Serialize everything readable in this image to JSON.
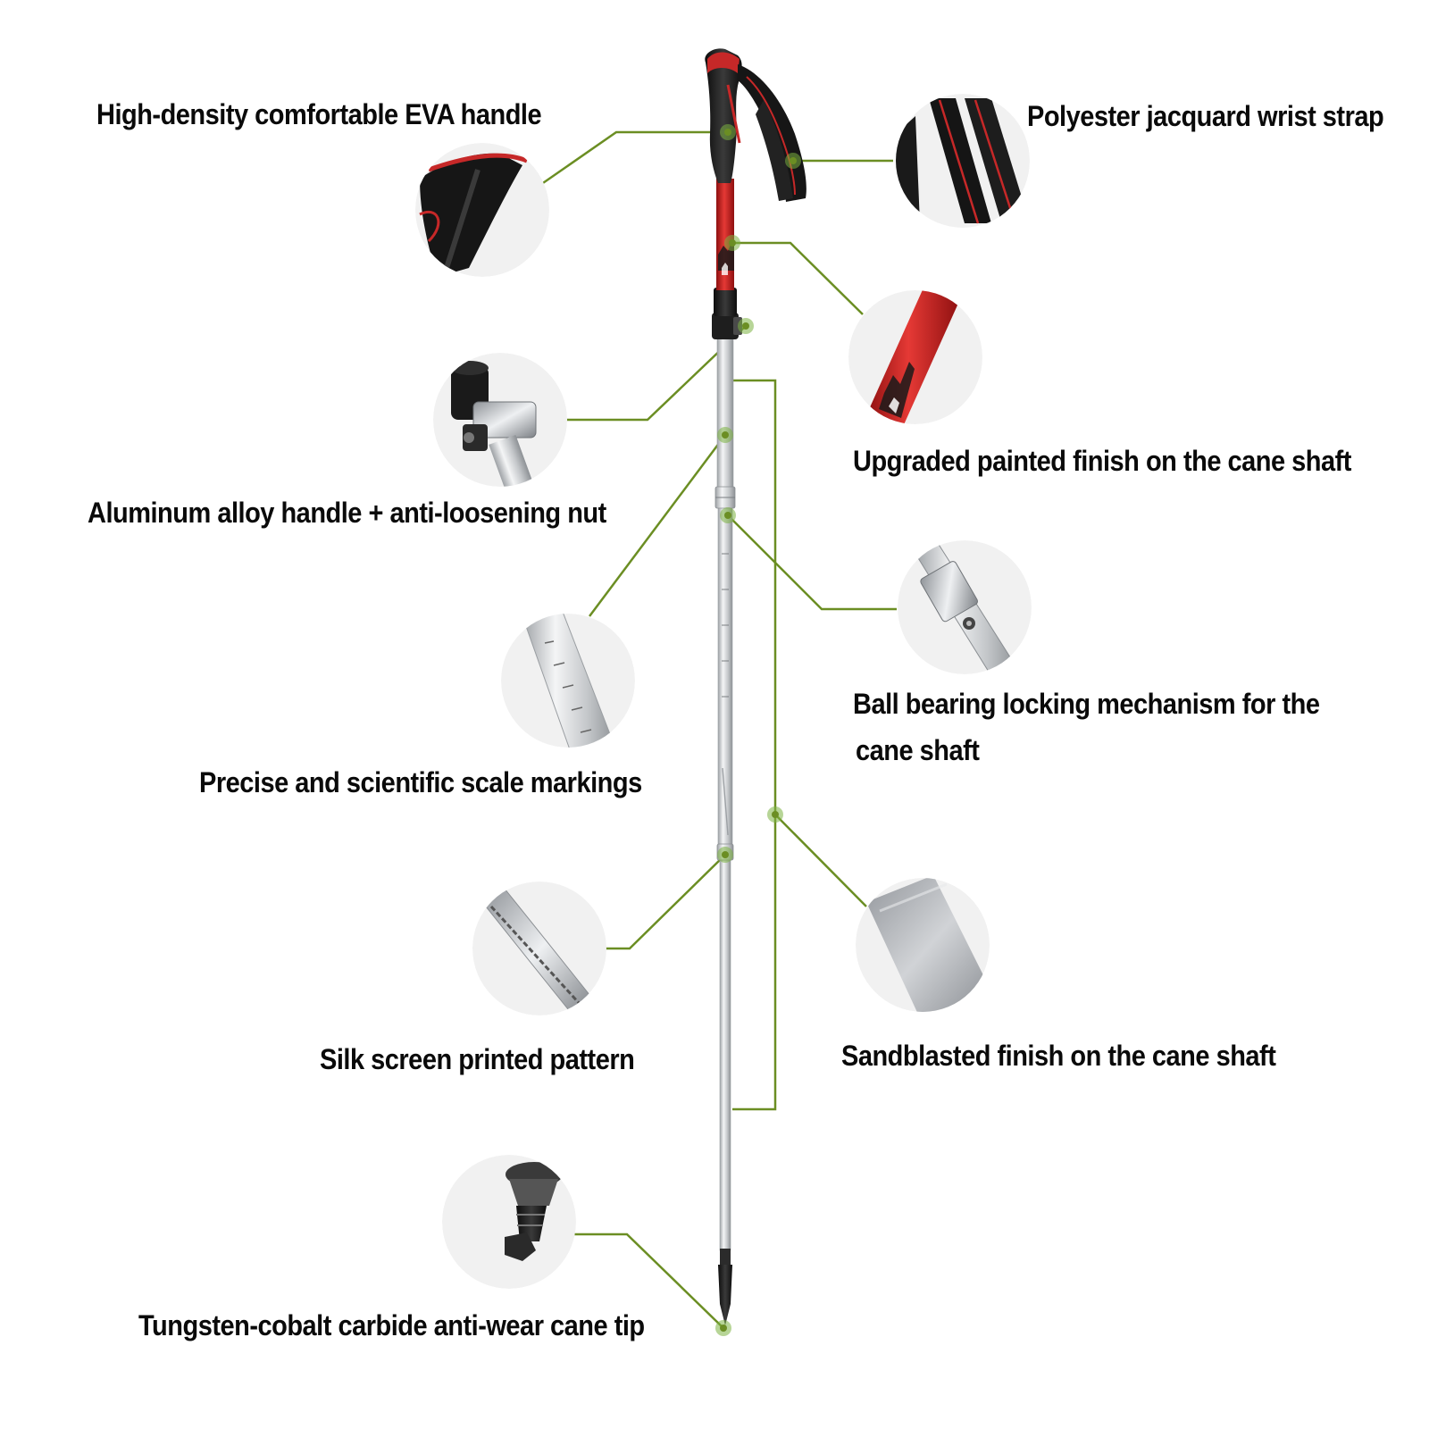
{
  "labels": {
    "eva_handle": "High-density comfortable EVA handle",
    "wrist_strap": "Polyester jacquard wrist strap",
    "alloy_handle": "Aluminum alloy handle + anti-loosening nut",
    "painted_finish": "Upgraded painted finish on the cane shaft",
    "ball_bearing_line1": "Ball bearing locking mechanism for the",
    "ball_bearing_line2": "cane shaft",
    "scale_markings": "Precise and scientific scale markings",
    "silk_screen": "Silk screen printed pattern",
    "sandblasted": "Sandblasted finish on the cane shaft",
    "cane_tip": "Tungsten-cobalt carbide anti-wear cane tip"
  },
  "colors": {
    "leader_line": "#6b8e23",
    "dot": "#7cb342",
    "circle_bg": "#f1f1f1",
    "shaft_silver": "#c9ccd0",
    "shaft_red": "#c62828",
    "grip_black": "#1c1c1c"
  }
}
